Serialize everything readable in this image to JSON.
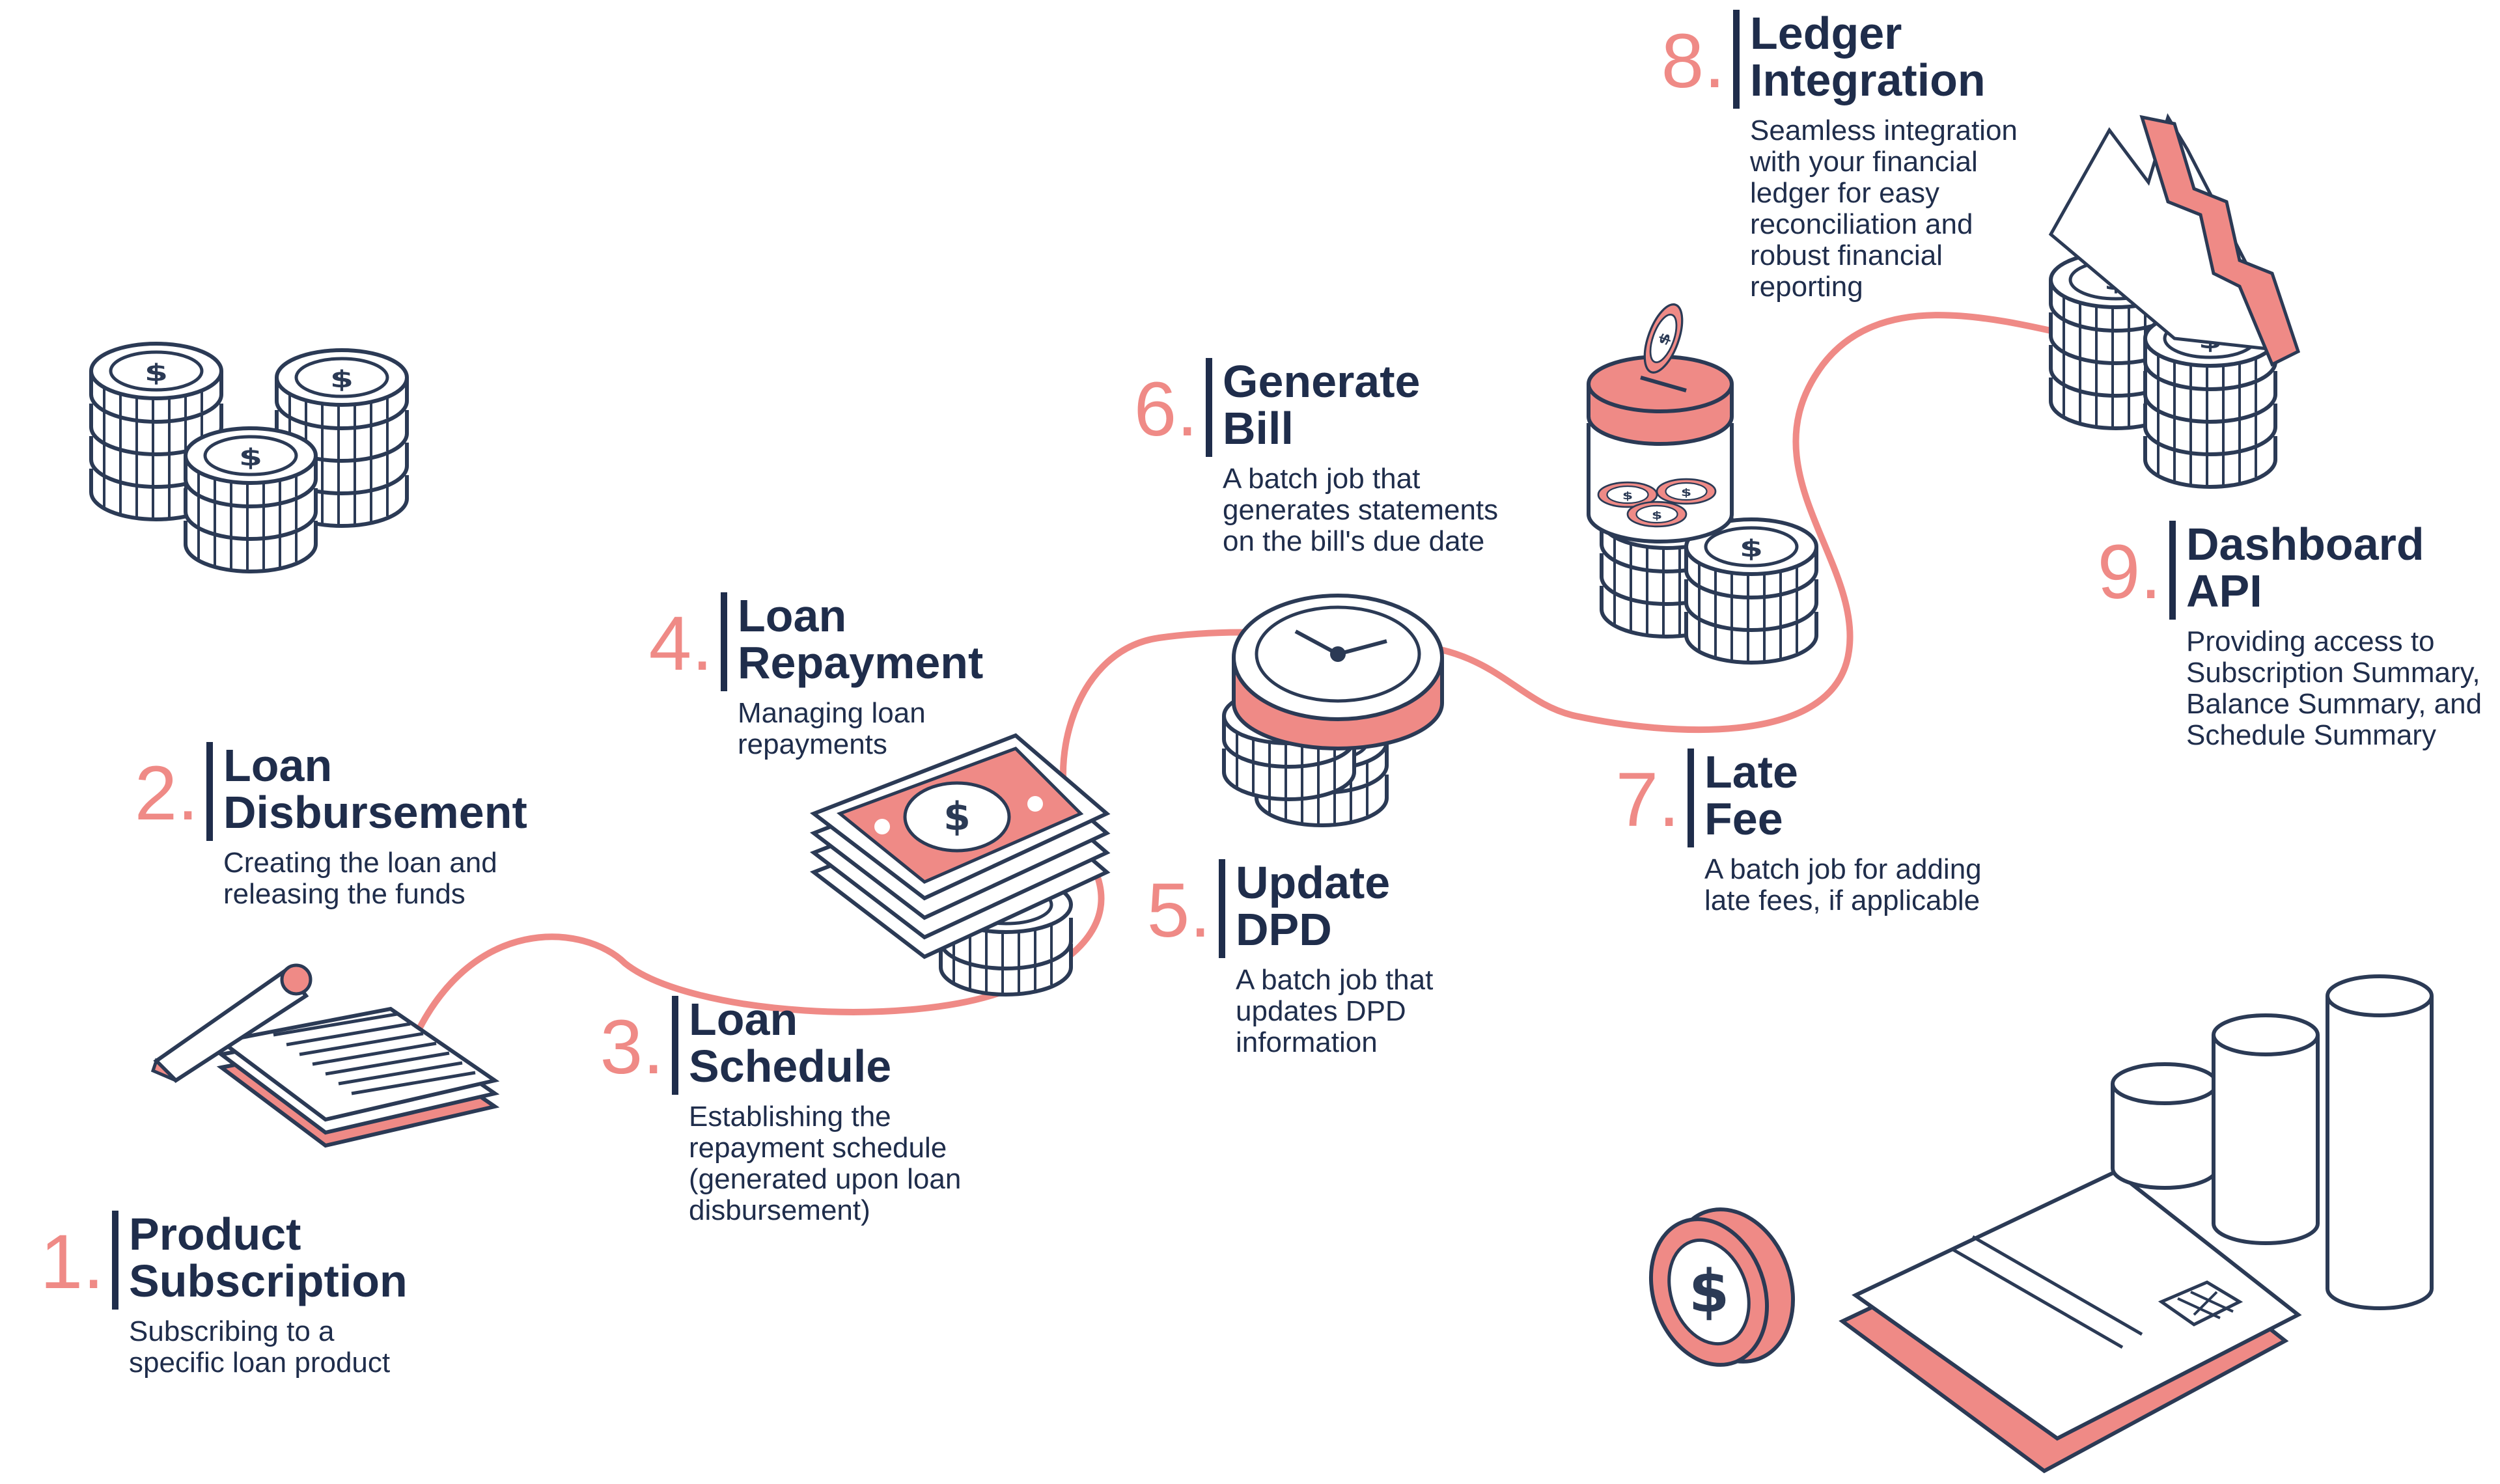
{
  "steps": [
    {
      "number": "1.",
      "title": [
        "Product",
        "Subscription"
      ],
      "description": [
        "Subscribing to a",
        "specific loan product"
      ]
    },
    {
      "number": "2.",
      "title": [
        "Loan",
        "Disbursement"
      ],
      "description": [
        "Creating the loan and",
        "releasing the funds"
      ]
    },
    {
      "number": "3.",
      "title": [
        "Loan",
        "Schedule"
      ],
      "description": [
        "Establishing the",
        "repayment schedule",
        "(generated upon loan",
        "disbursement)"
      ]
    },
    {
      "number": "4.",
      "title": [
        "Loan",
        "Repayment"
      ],
      "description": [
        "Managing loan",
        "repayments"
      ]
    },
    {
      "number": "5.",
      "title": [
        "Update",
        "DPD"
      ],
      "description": [
        "A batch job that",
        "updates DPD",
        "information"
      ]
    },
    {
      "number": "6.",
      "title": [
        "Generate",
        "Bill"
      ],
      "description": [
        "A batch job that",
        "generates statements",
        "on the bill's due date"
      ]
    },
    {
      "number": "7.",
      "title": [
        "Late",
        "Fee"
      ],
      "description": [
        "A batch job for adding",
        "late fees, if applicable"
      ]
    },
    {
      "number": "8.",
      "title": [
        "Ledger",
        "Integration"
      ],
      "description": [
        "Seamless integration",
        "with your financial",
        "ledger for easy",
        "reconciliation and",
        "robust financial",
        "reporting"
      ]
    },
    {
      "number": "9.",
      "title": [
        "Dashboard",
        "API"
      ],
      "description": [
        "Providing access to",
        "Subscription Summary,",
        "Balance Summary, and",
        "Schedule Summary"
      ]
    }
  ],
  "colors": {
    "accent": "#ef8a86",
    "navy": "#1f2d4b",
    "line": "#2b3a55"
  },
  "icons": [
    "coin-stacks-icon",
    "notepad-pencil-icon",
    "cash-stack-icon",
    "clock-coins-icon",
    "coin-jar-icon",
    "chart-coins-icon",
    "coin-icon",
    "credit-card-icon",
    "bar-columns-icon"
  ]
}
